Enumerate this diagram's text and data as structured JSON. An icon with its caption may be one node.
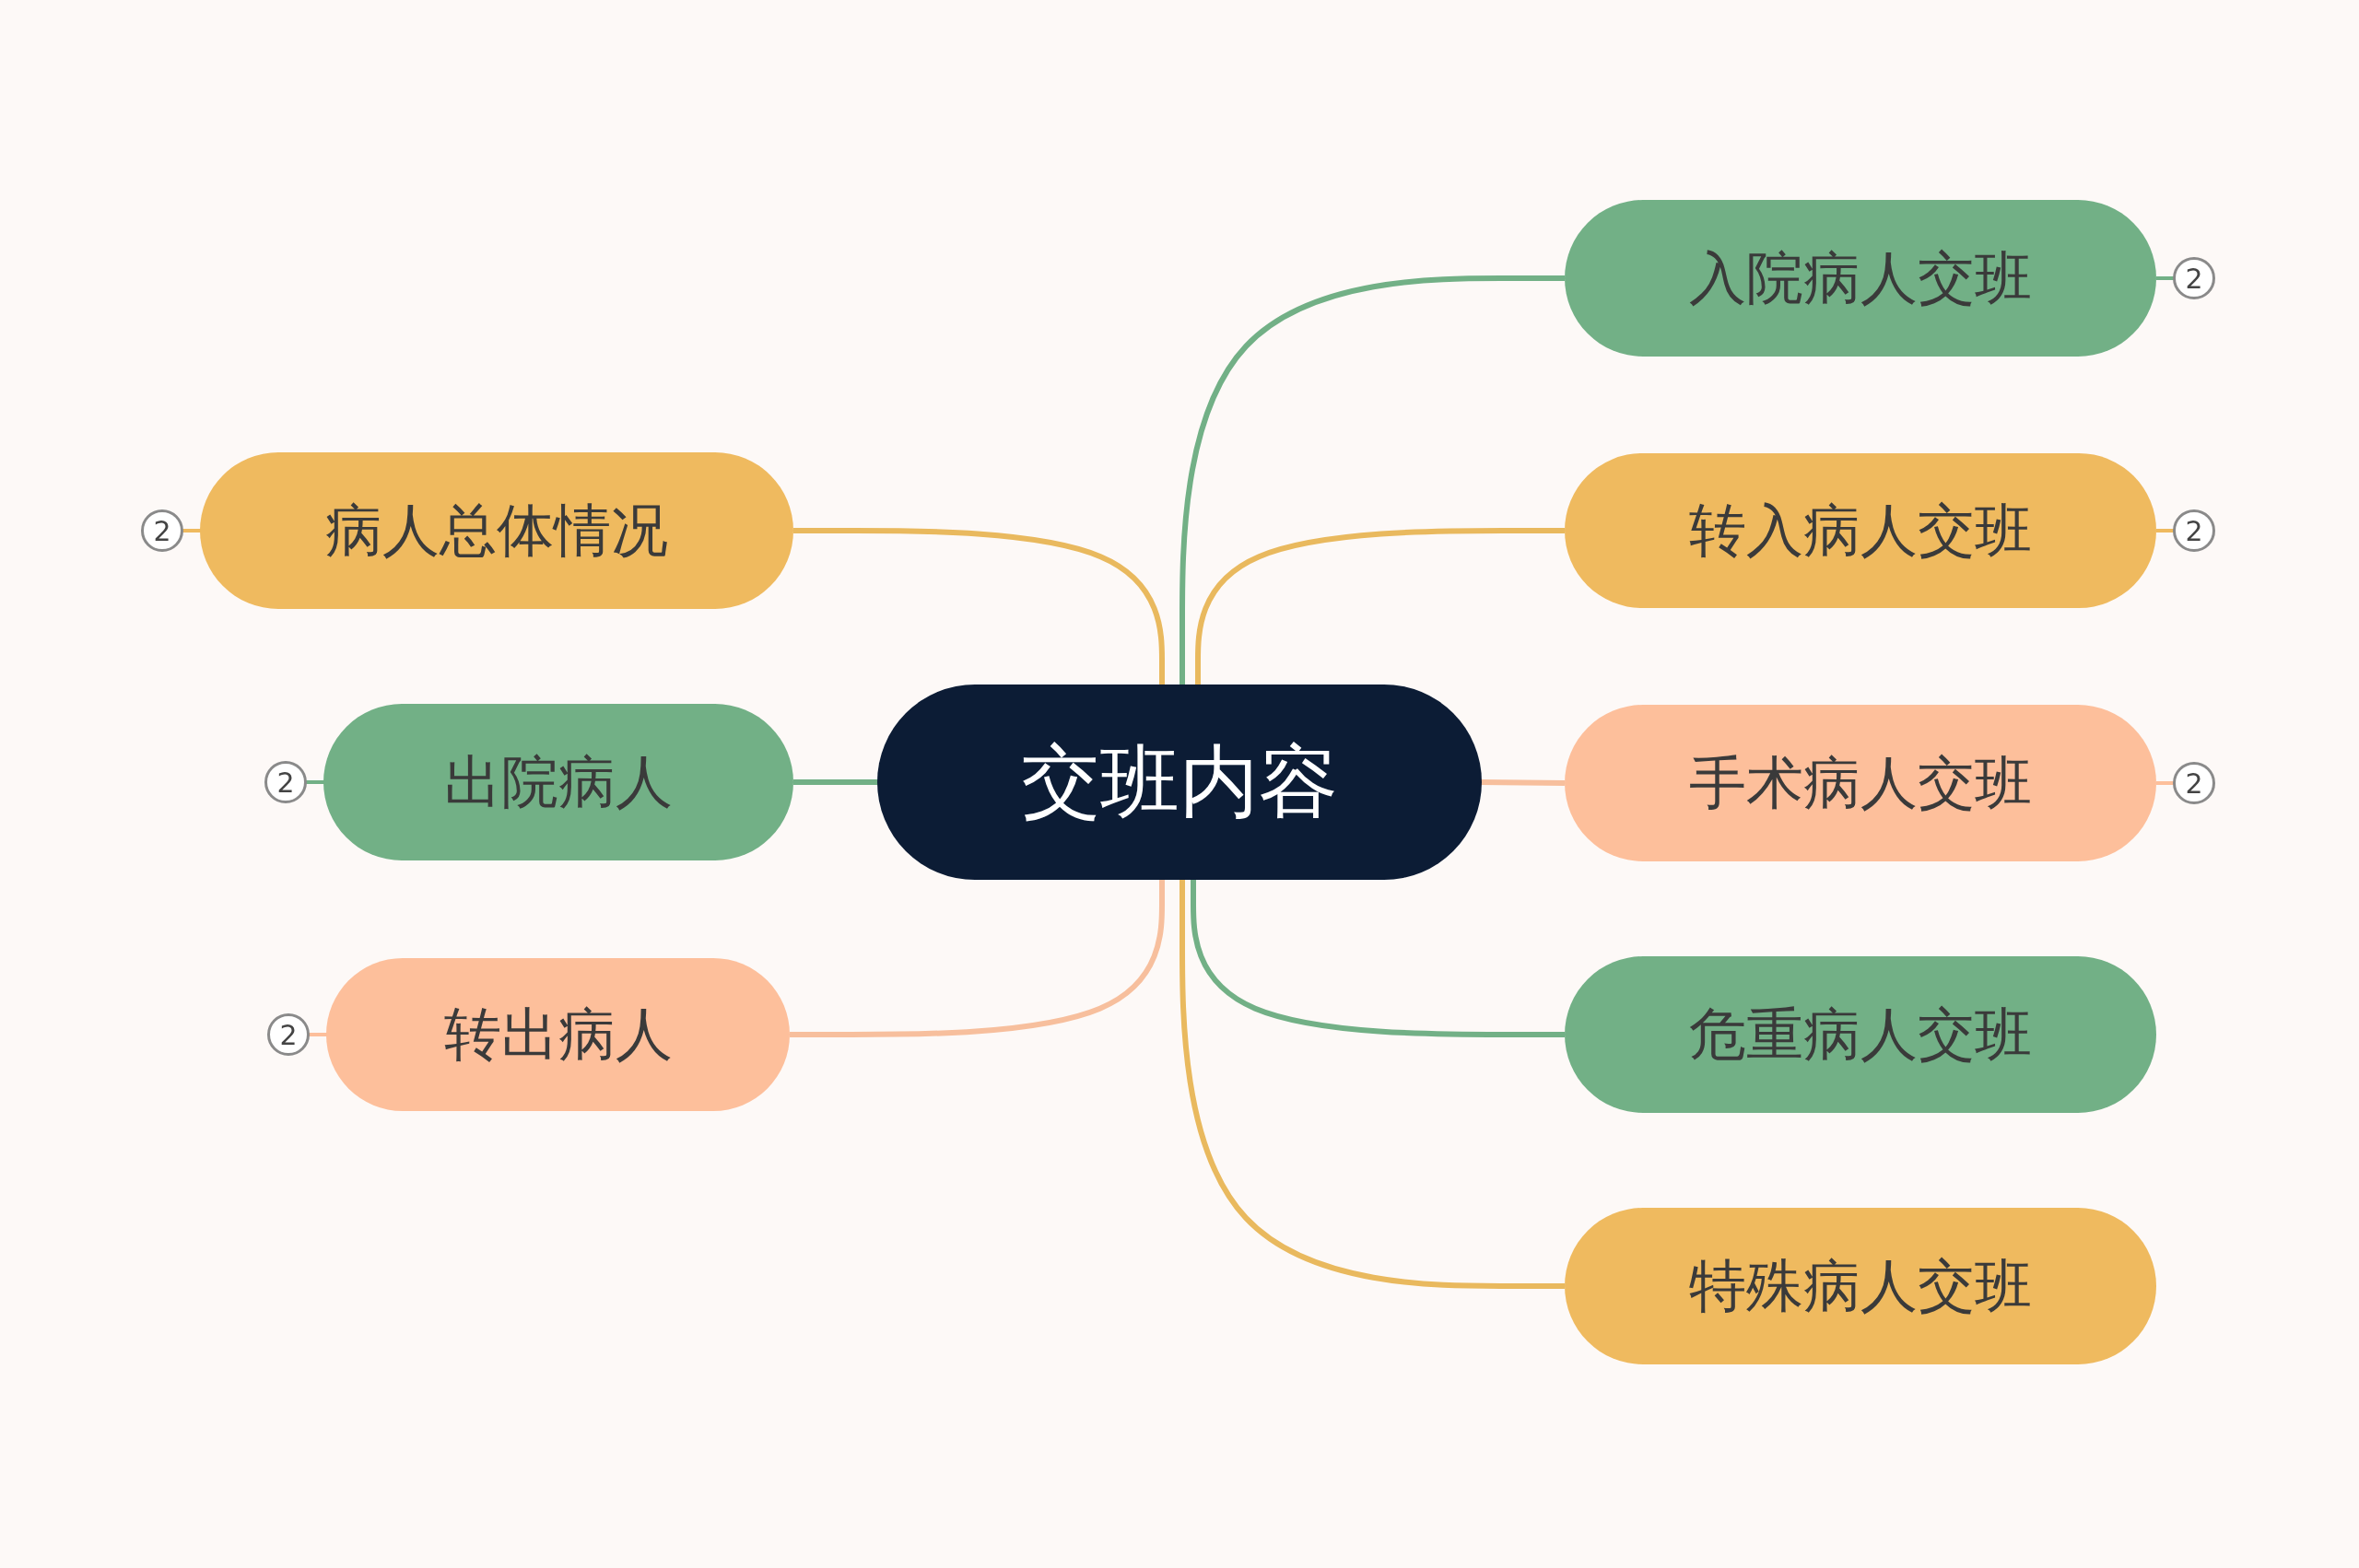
{
  "diagram": {
    "nodes": [
      {
        "text": [
          "交班内容"
        ]
      },
      {
        "text": [
          "病人总体情况"
        ],
        "beside": [
          "2"
        ]
      },
      {
        "text": [
          "出院病人"
        ],
        "beside": [
          "2"
        ]
      },
      {
        "text": [
          "转出病人"
        ],
        "beside": [
          "2"
        ]
      },
      {
        "text": [
          "入院病人交班"
        ],
        "beside": [
          "2"
        ]
      },
      {
        "text": [
          "转入病人交班"
        ],
        "beside": [
          "2"
        ]
      },
      {
        "text": [
          "手术病人交班"
        ],
        "beside": [
          "2"
        ]
      },
      {
        "text": [
          "危重病人交班"
        ]
      },
      {
        "text": [
          "特殊病人交班"
        ]
      }
    ],
    "edges": [
      {
        "from": 0,
        "to": 1,
        "arrow": "none",
        "color": "#e9b95e"
      },
      {
        "from": 0,
        "to": 2,
        "arrow": "none",
        "color": "#72b086"
      },
      {
        "from": 0,
        "to": 3,
        "arrow": "none",
        "color": "#f7bf9d"
      },
      {
        "from": 0,
        "to": 4,
        "arrow": "none",
        "color": "#72b086"
      },
      {
        "from": 0,
        "to": 5,
        "arrow": "none",
        "color": "#e9b95e"
      },
      {
        "from": 0,
        "to": 6,
        "arrow": "none",
        "color": "#f7bf9d"
      },
      {
        "from": 0,
        "to": 7,
        "arrow": "none",
        "color": "#72b086"
      },
      {
        "from": 0,
        "to": 8,
        "arrow": "none",
        "color": "#e9b95e"
      }
    ]
  }
}
